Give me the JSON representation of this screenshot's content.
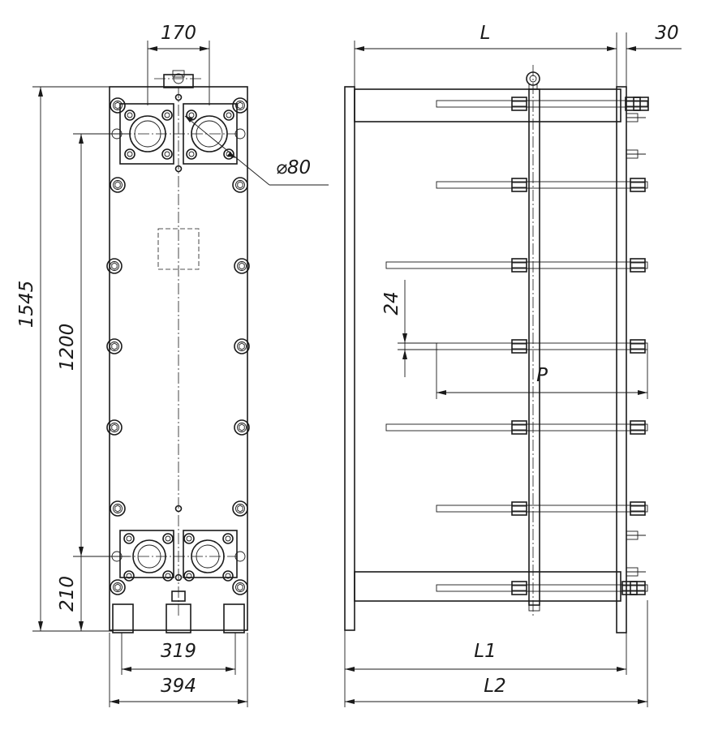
{
  "drawing": {
    "front_view": {
      "dimensions": {
        "top_port_spacing": "170",
        "port_diameter": "⌀80",
        "overall_height": "1545",
        "port_vertical_spacing": "1200",
        "bottom_port_height": "210",
        "foot_spacing": "319",
        "overall_width": "394"
      }
    },
    "side_view": {
      "dimensions": {
        "length": "L",
        "bolt_extension": "30",
        "bolt_diameter": "24",
        "plate_pack": "P",
        "length_l1": "L1",
        "length_l2": "L2"
      }
    }
  }
}
